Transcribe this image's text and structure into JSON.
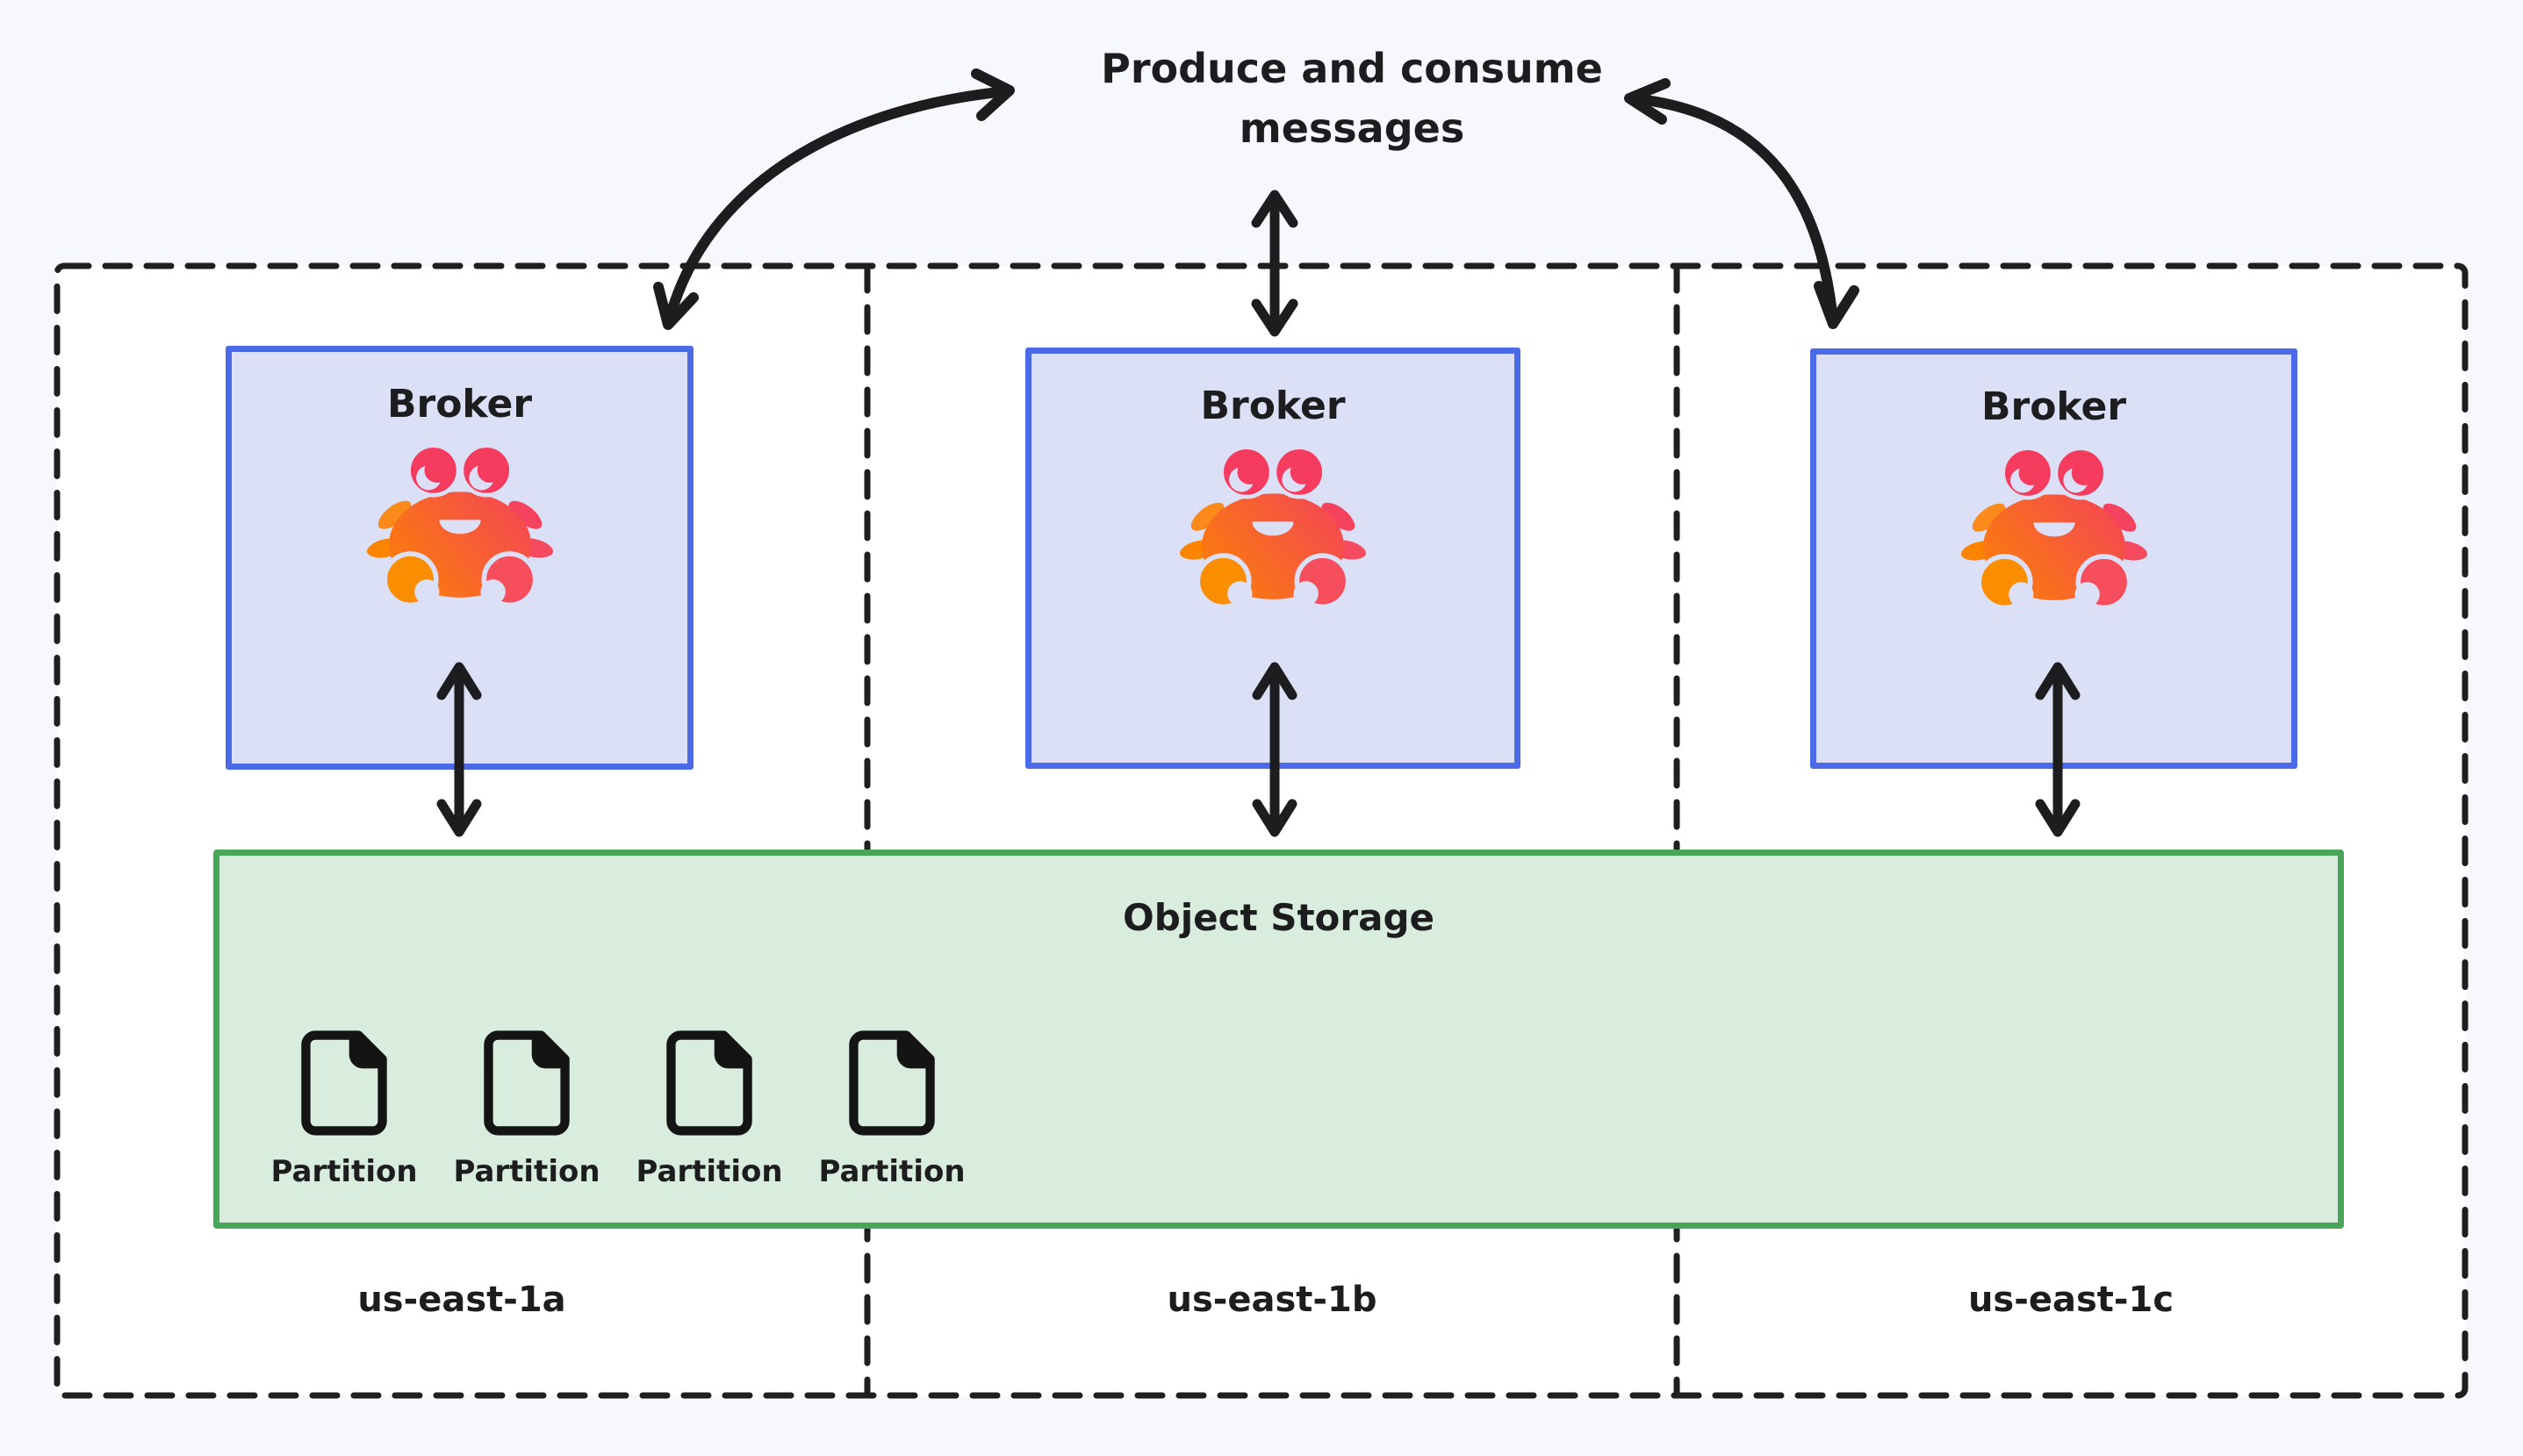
{
  "diagram_title": {
    "line1": "Produce and consume",
    "line2": "messages"
  },
  "brokers": [
    {
      "label": "Broker"
    },
    {
      "label": "Broker"
    },
    {
      "label": "Broker"
    }
  ],
  "zones": [
    {
      "label": "us-east-1a"
    },
    {
      "label": "us-east-1b"
    },
    {
      "label": "us-east-1c"
    }
  ],
  "storage": {
    "title": "Object Storage",
    "partitions": [
      {
        "label": "Partition"
      },
      {
        "label": "Partition"
      },
      {
        "label": "Partition"
      },
      {
        "label": "Partition"
      }
    ]
  },
  "icons": {
    "broker_logo": "crab-mascot",
    "partition_file": "file-document"
  },
  "colors": {
    "background": "#f7f8fb",
    "inner_background": "#ffffff",
    "dashed_border": "#1f1f1f",
    "broker_fill": "#dce0f7",
    "broker_border": "#4a6ae8",
    "storage_fill": "#d9edde",
    "storage_border": "#47a657",
    "arrow": "#1d1d1f",
    "crab_orange": "#fb8500",
    "crab_pink": "#f43f5e",
    "text": "#1d1d1f"
  }
}
